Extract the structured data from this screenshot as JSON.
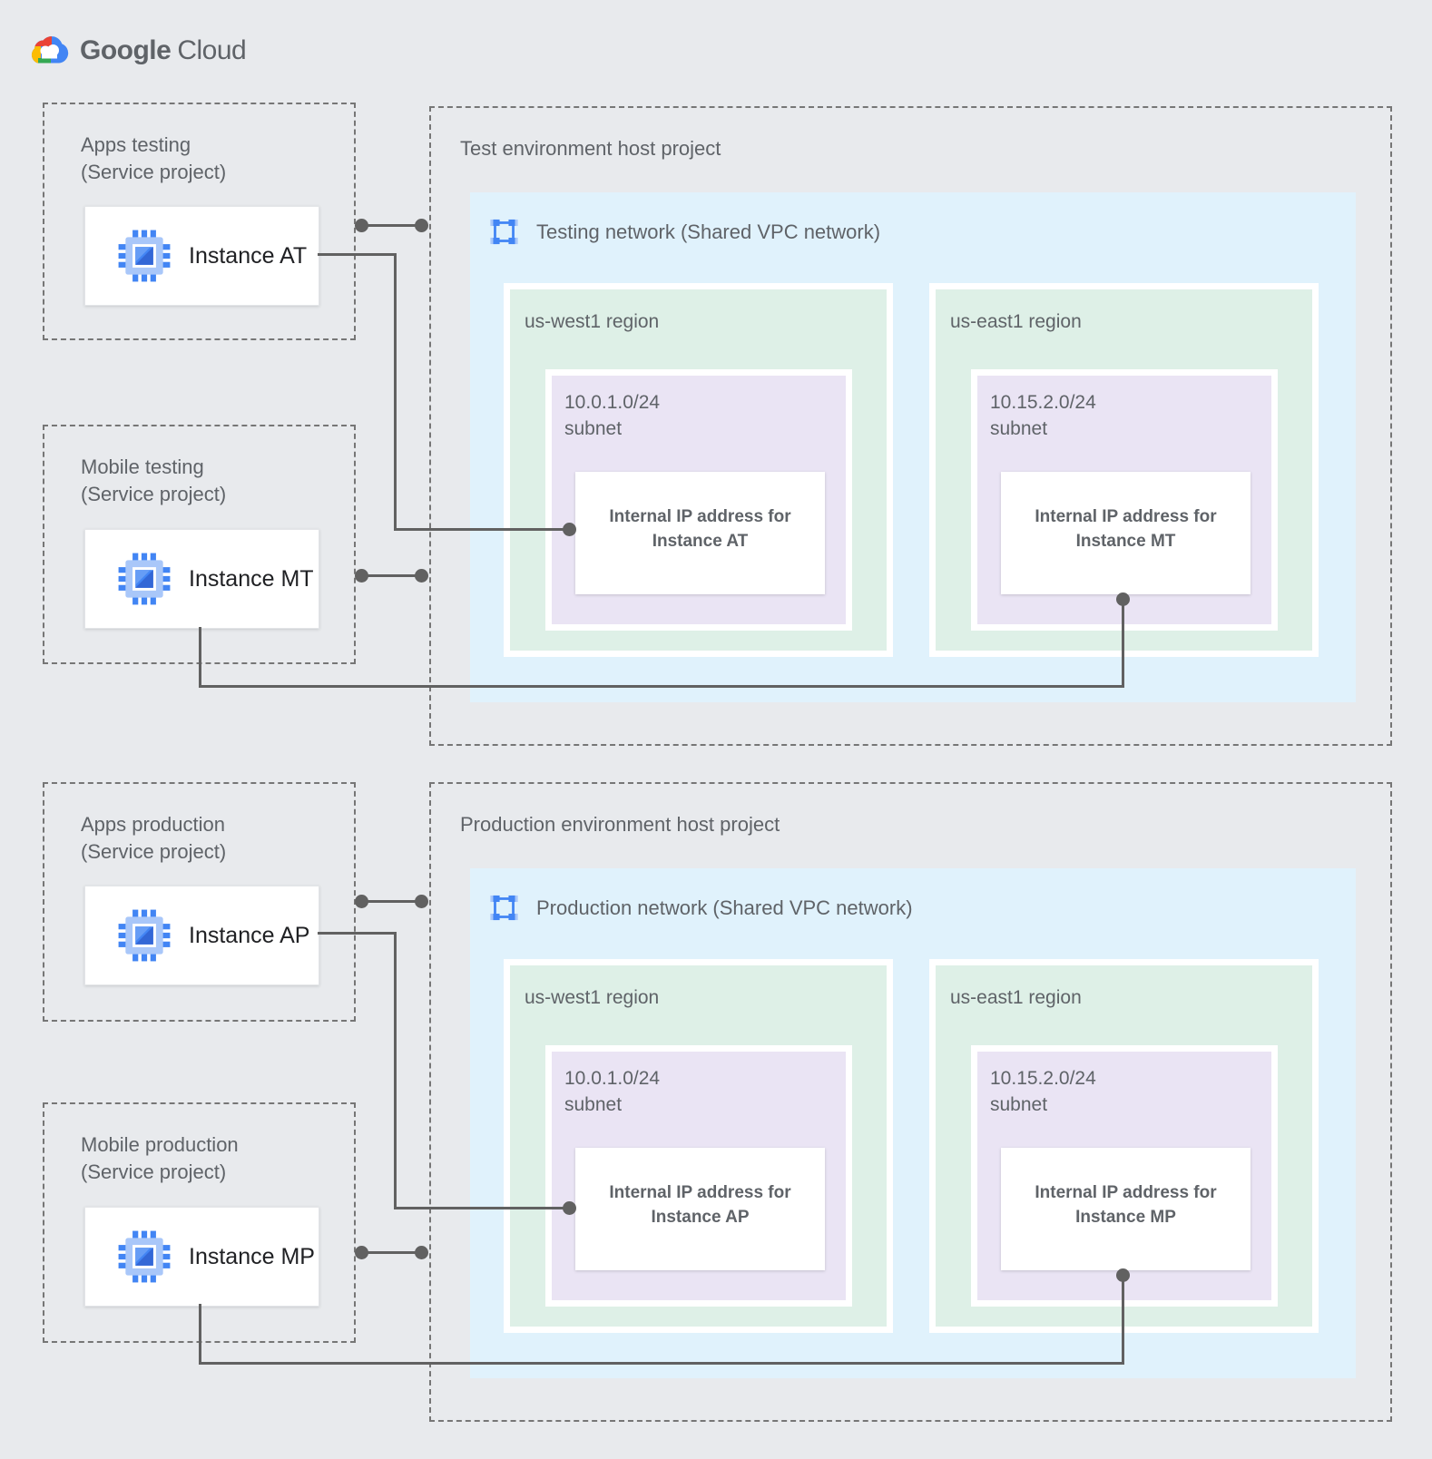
{
  "logo": {
    "google": "Google",
    "cloud": "Cloud"
  },
  "colors": {
    "page_background": "#E8EAED",
    "network_blue": "#E0F2FC",
    "region_green": "#DEF0E7",
    "subnet_purple": "#EAE4F4",
    "accent_blue": "#4285F4",
    "accent_light_blue": "#A9C7F9",
    "connector_gray": "#616161",
    "text_gray": "#5F6368"
  },
  "service_projects": [
    {
      "title": "Apps testing",
      "subtitle": "(Service project)",
      "instance": "Instance AT"
    },
    {
      "title": "Mobile testing",
      "subtitle": "(Service project)",
      "instance": "Instance MT"
    },
    {
      "title": "Apps production",
      "subtitle": "(Service project)",
      "instance": "Instance AP"
    },
    {
      "title": "Mobile production",
      "subtitle": "(Service project)",
      "instance": "Instance MP"
    }
  ],
  "environments": [
    {
      "title": "Test environment host project",
      "network": "Testing network (Shared VPC network)",
      "regions": [
        {
          "name": "us-west1 region",
          "subnet_cidr": "10.0.1.0/24",
          "subnet_word": "subnet",
          "ip_line1": "Internal IP address for",
          "ip_line2": "Instance AT"
        },
        {
          "name": "us-east1 region",
          "subnet_cidr": "10.15.2.0/24",
          "subnet_word": "subnet",
          "ip_line1": "Internal IP address for",
          "ip_line2": "Instance MT"
        }
      ]
    },
    {
      "title": "Production environment host project",
      "network": "Production network (Shared VPC network)",
      "regions": [
        {
          "name": "us-west1 region",
          "subnet_cidr": "10.0.1.0/24",
          "subnet_word": "subnet",
          "ip_line1": "Internal IP address for",
          "ip_line2": "Instance AP"
        },
        {
          "name": "us-east1 region",
          "subnet_cidr": "10.15.2.0/24",
          "subnet_word": "subnet",
          "ip_line1": "Internal IP address for",
          "ip_line2": "Instance MP"
        }
      ]
    }
  ]
}
